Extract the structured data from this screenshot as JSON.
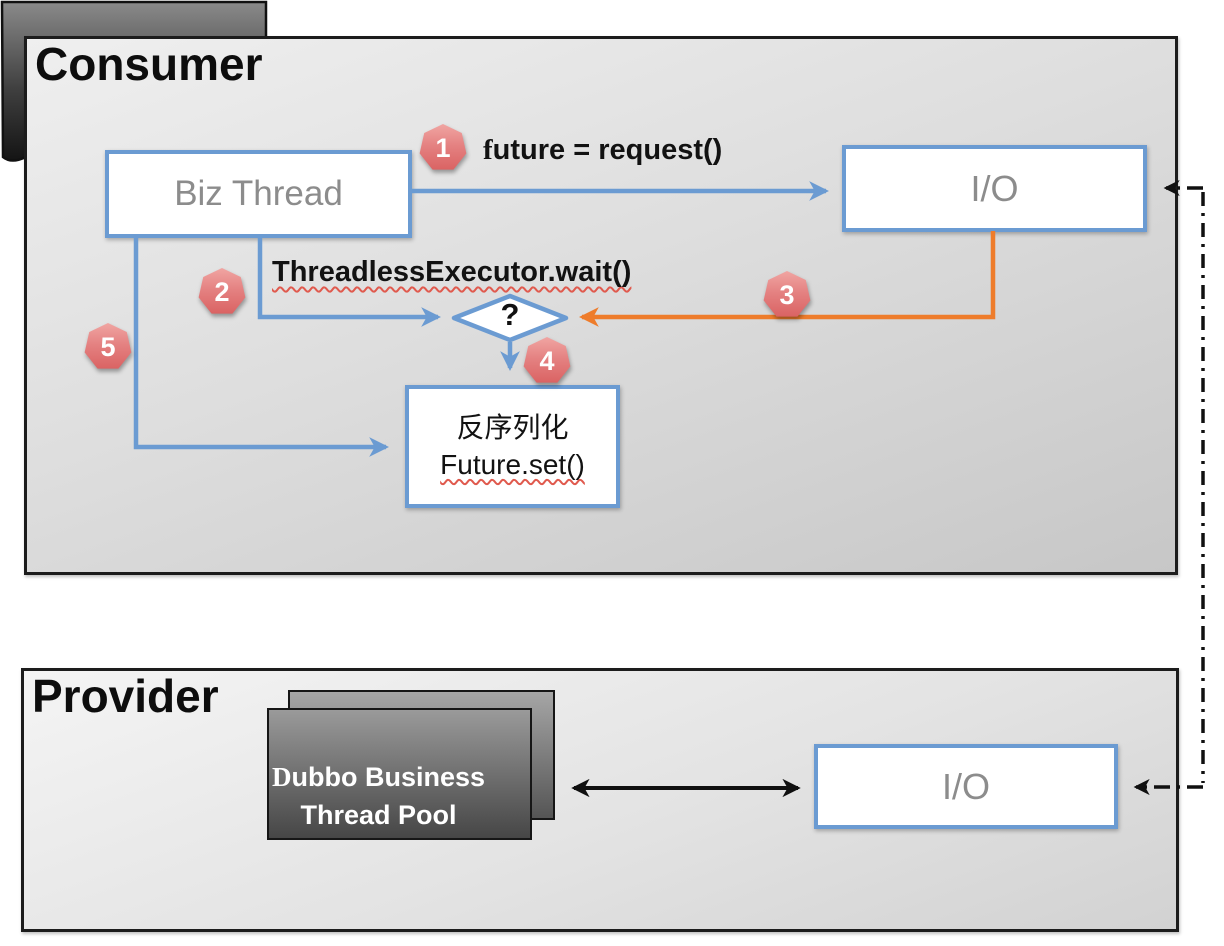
{
  "consumer": {
    "title": "Consumer",
    "biz_thread_label": "Biz Thread",
    "io_label": "I/O",
    "step1_label": "future = request()",
    "step2_label": "ThreadlessExecutor.wait()",
    "decision_label": "?",
    "deserialize_line1": "反序列化",
    "deserialize_line2": "Future.set()"
  },
  "provider": {
    "title": "Provider",
    "thread_pool_line1": "Dubbo Business",
    "thread_pool_line2": "Thread Pool",
    "io_label": "I/O"
  },
  "badges": [
    "1",
    "2",
    "3",
    "4",
    "5"
  ],
  "colors": {
    "accent_blue": "#6b9bd2",
    "accent_orange": "#ee7c2b",
    "badge_red": "#d96060",
    "node_text_gray": "#8c8c8c",
    "panel_border_black": "#1c1c1c",
    "wavy_underline_red": "#e05a4e"
  }
}
